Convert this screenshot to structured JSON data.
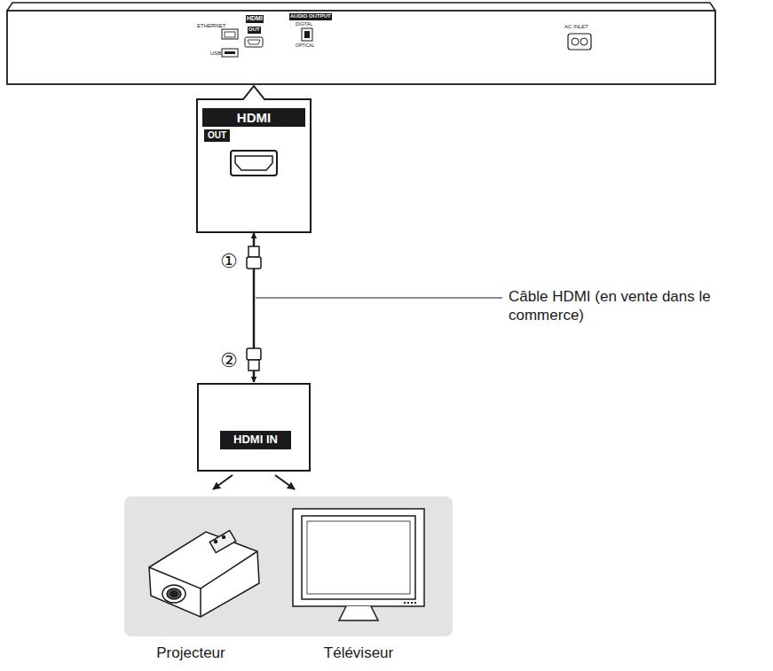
{
  "diagram": {
    "nodes": [
      {
        "text": [
          "HDMI",
          "OUT"
        ]
      },
      {
        "text": [
          "HDMI IN"
        ]
      }
    ],
    "edges": [
      {
        "from": 0,
        "to": 1,
        "arrow": "both"
      }
    ],
    "labels": [
      "ETHERNET",
      "USB",
      "HDMI",
      "OUT",
      "AUDIO OUTPUT",
      "DIGITAL",
      "OPTICAL",
      "AC INLET",
      "①",
      "②",
      "Câble HDMI (en vente dans le commerce)",
      "Projecteur",
      "Téléviseur"
    ]
  }
}
